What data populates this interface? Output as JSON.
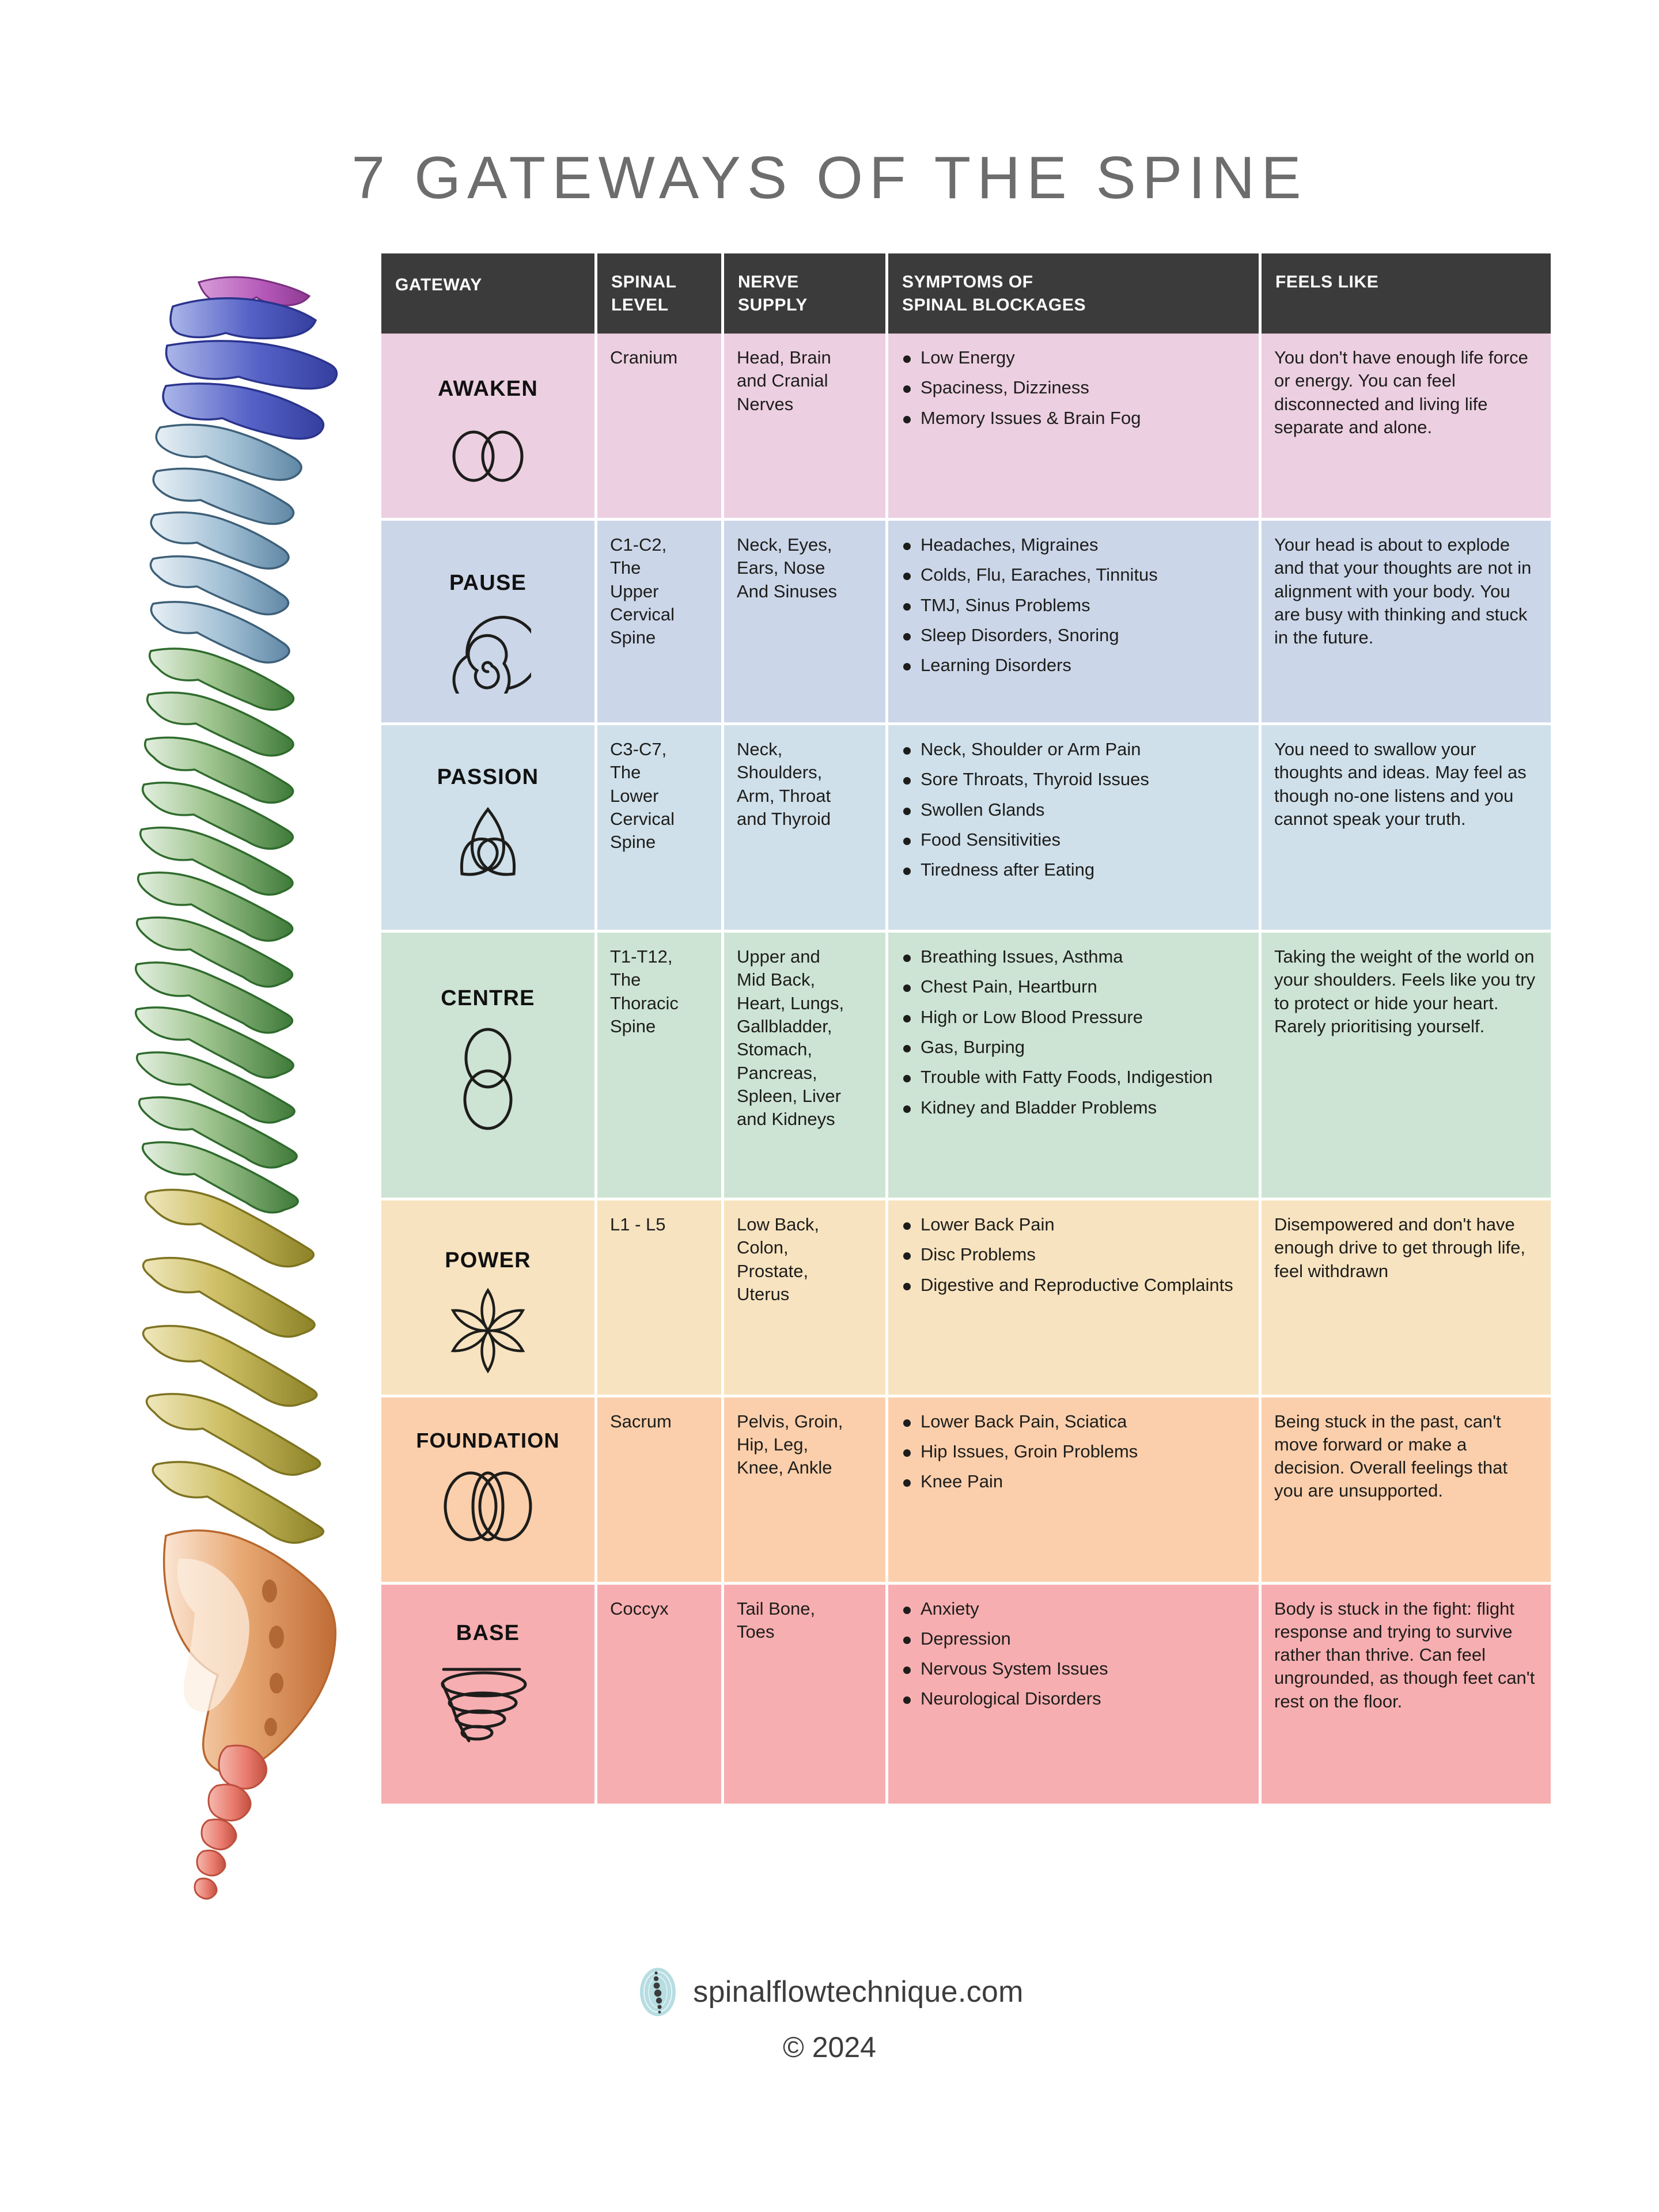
{
  "title": "7 GATEWAYS OF THE SPINE",
  "table": {
    "headers": [
      {
        "label": "GATEWAY"
      },
      {
        "label": "SPINAL\nLEVEL"
      },
      {
        "label": "NERVE\nSUPPLY"
      },
      {
        "label": "SYMPTOMS OF\nSPINAL BLOCKAGES"
      },
      {
        "label": "FEELS LIKE"
      }
    ],
    "rows": [
      {
        "gateway": "AWAKEN",
        "icon": "infinity-icon",
        "bg": "#eccfe0",
        "spinal_level": "Cranium",
        "nerve_supply": "Head, Brain\nand Cranial\nNerves",
        "symptoms": [
          "Low Energy",
          "Spaciness, Dizziness",
          "Memory Issues & Brain Fog"
        ],
        "feels_like": "You don't have enough life force or energy. You can feel disconnected and living life separate and alone."
      },
      {
        "gateway": "PAUSE",
        "icon": "spiral-icon",
        "bg": "#ccd6e9",
        "spinal_level": "C1-C2,\nThe\nUpper\nCervical\nSpine",
        "nerve_supply": "Neck, Eyes,\nEars, Nose\nAnd Sinuses",
        "symptoms": [
          "Headaches, Migraines",
          "Colds, Flu, Earaches, Tinnitus",
          "TMJ, Sinus Problems",
          "Sleep Disorders, Snoring",
          "Learning Disorders"
        ],
        "feels_like": "Your head is about to explode and that your thoughts are not in alignment with your body. You are busy with thinking and stuck in the future."
      },
      {
        "gateway": "PASSION",
        "icon": "triquetra-icon",
        "bg": "#cfe0ea",
        "spinal_level": "C3-C7,\nThe\nLower\nCervical\nSpine",
        "nerve_supply": "Neck,\nShoulders,\nArm, Throat\nand Thyroid",
        "symptoms": [
          "Neck, Shoulder or Arm Pain",
          "Sore Throats, Thyroid Issues",
          "Swollen Glands",
          "Food Sensitivities",
          "Tiredness after Eating"
        ],
        "feels_like": "You need to swallow your thoughts and ideas. May feel as though no-one listens and you cannot speak your truth."
      },
      {
        "gateway": "CENTRE",
        "icon": "double-circle-icon",
        "bg": "#cde3d3",
        "spinal_level": "T1-T12,\nThe\nThoracic\nSpine",
        "nerve_supply": "Upper and\nMid Back,\nHeart, Lungs,\nGallbladder,\nStomach,\nPancreas,\nSpleen, Liver\nand Kidneys",
        "symptoms": [
          "Breathing Issues, Asthma",
          "Chest Pain, Heartburn",
          "High or Low Blood Pressure",
          "Gas, Burping",
          "Trouble with Fatty Foods, Indigestion",
          "Kidney and Bladder Problems"
        ],
        "feels_like": "Taking the weight of the world on your shoulders. Feels like you try to protect or hide your heart. Rarely prioritising yourself."
      },
      {
        "gateway": "POWER",
        "icon": "six-petal-flower-icon",
        "bg": "#f7e3c0",
        "spinal_level": "L1 - L5",
        "nerve_supply": "Low Back,\nColon,\nProstate,\nUterus",
        "symptoms": [
          "Lower Back Pain",
          "Disc Problems",
          "Digestive and Reproductive Complaints"
        ],
        "feels_like": "Disempowered and don't have enough drive to get through life, feel withdrawn"
      },
      {
        "gateway": "FOUNDATION",
        "icon": "three-circles-icon",
        "bg": "#fbcfab",
        "spinal_level": "Sacrum",
        "nerve_supply": "Pelvis, Groin,\nHip, Leg,\nKnee, Ankle",
        "symptoms": [
          "Lower Back Pain, Sciatica",
          "Hip Issues, Groin Problems",
          "Knee Pain"
        ],
        "feels_like": "Being stuck in the past, can't move forward or make a decision. Overall feelings that you are unsupported."
      },
      {
        "gateway": "BASE",
        "icon": "cone-spiral-icon",
        "bg": "#f7aeb0",
        "spinal_level": "Coccyx",
        "nerve_supply": "Tail Bone,\nToes",
        "symptoms": [
          "Anxiety",
          "Depression",
          "Nervous System Issues",
          "Neurological Disorders"
        ],
        "feels_like": "Body is stuck in the fight: flight response and trying to survive rather than thrive. Can feel ungrounded, as though feet can't rest on the floor."
      }
    ]
  },
  "footer": {
    "website": "spinalflowtechnique.com",
    "copyright": "© 2024",
    "logo": "spine-dots-logo"
  },
  "colors": {
    "header_bg": "#3b3b3b",
    "title_color": "#6d6d6d",
    "text_color": "#1d1d1b",
    "logo_oval": "#b6dde2"
  },
  "spine_illustration": {
    "name": "lateral-spine-anatomy",
    "segments": [
      {
        "name": "cranium-base",
        "color": "#b35fb5"
      },
      {
        "name": "upper-cervical",
        "color": "#4a56c0"
      },
      {
        "name": "lower-cervical",
        "color": "#8fb0c8"
      },
      {
        "name": "thoracic",
        "color": "#6f9c5e"
      },
      {
        "name": "lumbar",
        "color": "#b0a23c"
      },
      {
        "name": "sacrum",
        "color": "#dd9a63"
      },
      {
        "name": "coccyx",
        "color": "#e78274"
      }
    ]
  }
}
